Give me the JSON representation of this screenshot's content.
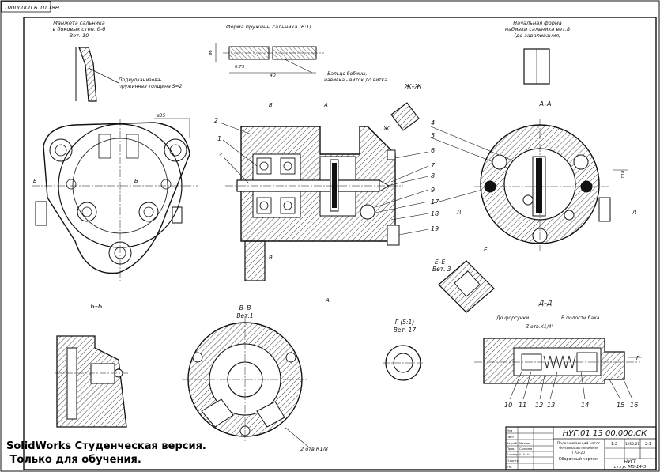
{
  "stamp_top_left": "10000000 Б 10.18Н",
  "notes": {
    "cuff": [
      "Манжета сальника",
      "в боковых стен. б-б",
      "Вет. 10"
    ],
    "spring_form": "Форма пружины сальника (6:1)",
    "packing_form": [
      "Начальная форма",
      "набивки сальника вет.8",
      "(до заваливания)"
    ],
    "curl": [
      "Подвулканизова-",
      "пружинная толщина S=2"
    ],
    "rolled": [
      "- Вальцо бобины,",
      "навивка - виток до витка"
    ]
  },
  "dims": {
    "spring_len": "40",
    "spring_small": "0.75",
    "phi_d": "ø6",
    "phi35": "ø35",
    "n118": "118"
  },
  "section_labels": {
    "zh_zh": "Ж–Ж",
    "a_a": "А–А",
    "b_b": "Б–Б",
    "v_v": [
      "В–В",
      "Вет.1"
    ],
    "g": [
      "Г (5:1)",
      "Вет. 17"
    ],
    "e_e": [
      "Е–Е",
      "Вет. 3"
    ],
    "d_d": "Д–Д"
  },
  "cut_letters": [
    "В",
    "А",
    "Ж",
    "Б",
    "Б",
    "В",
    "А",
    "Д",
    "Д",
    "Е",
    "Г"
  ],
  "callouts_main": [
    "2",
    "1",
    "3",
    "4",
    "5",
    "6",
    "7",
    "8",
    "9",
    "17",
    "18",
    "19"
  ],
  "callouts_dd": [
    "10",
    "11",
    "12",
    "13",
    "14",
    "15",
    "16"
  ],
  "dd_notes": [
    "До форсунки",
    "Z отв.К1/4\"",
    "В полости бака"
  ],
  "thread_note": "2 отв.К1/8",
  "watermark": [
    "SolidWorks Студенческая версия.",
    " Только для обучения."
  ],
  "title_block": {
    "designation": "НУГ.01 13 00.000.СК",
    "name": [
      "Подкачивающий насос",
      "бензина автомобиля",
      "ГАЗ-20",
      "Сборочный чертеж"
    ],
    "scale": "1:2",
    "mass": "1250.21",
    "sheet": "2:1",
    "group": "НУГТ",
    "dept": "ст.гр. МБ-14-3",
    "rows": [
      "Изм",
      "Лист",
      "Разраб.",
      "Пров.",
      "Т.контр.",
      "Н.контр.",
      "Утв."
    ],
    "names": [
      "Мелиев",
      "Саламов",
      "Ш.Ш.Ш."
    ]
  },
  "colors": {
    "ink": "#111111",
    "paper": "#ffffff"
  }
}
